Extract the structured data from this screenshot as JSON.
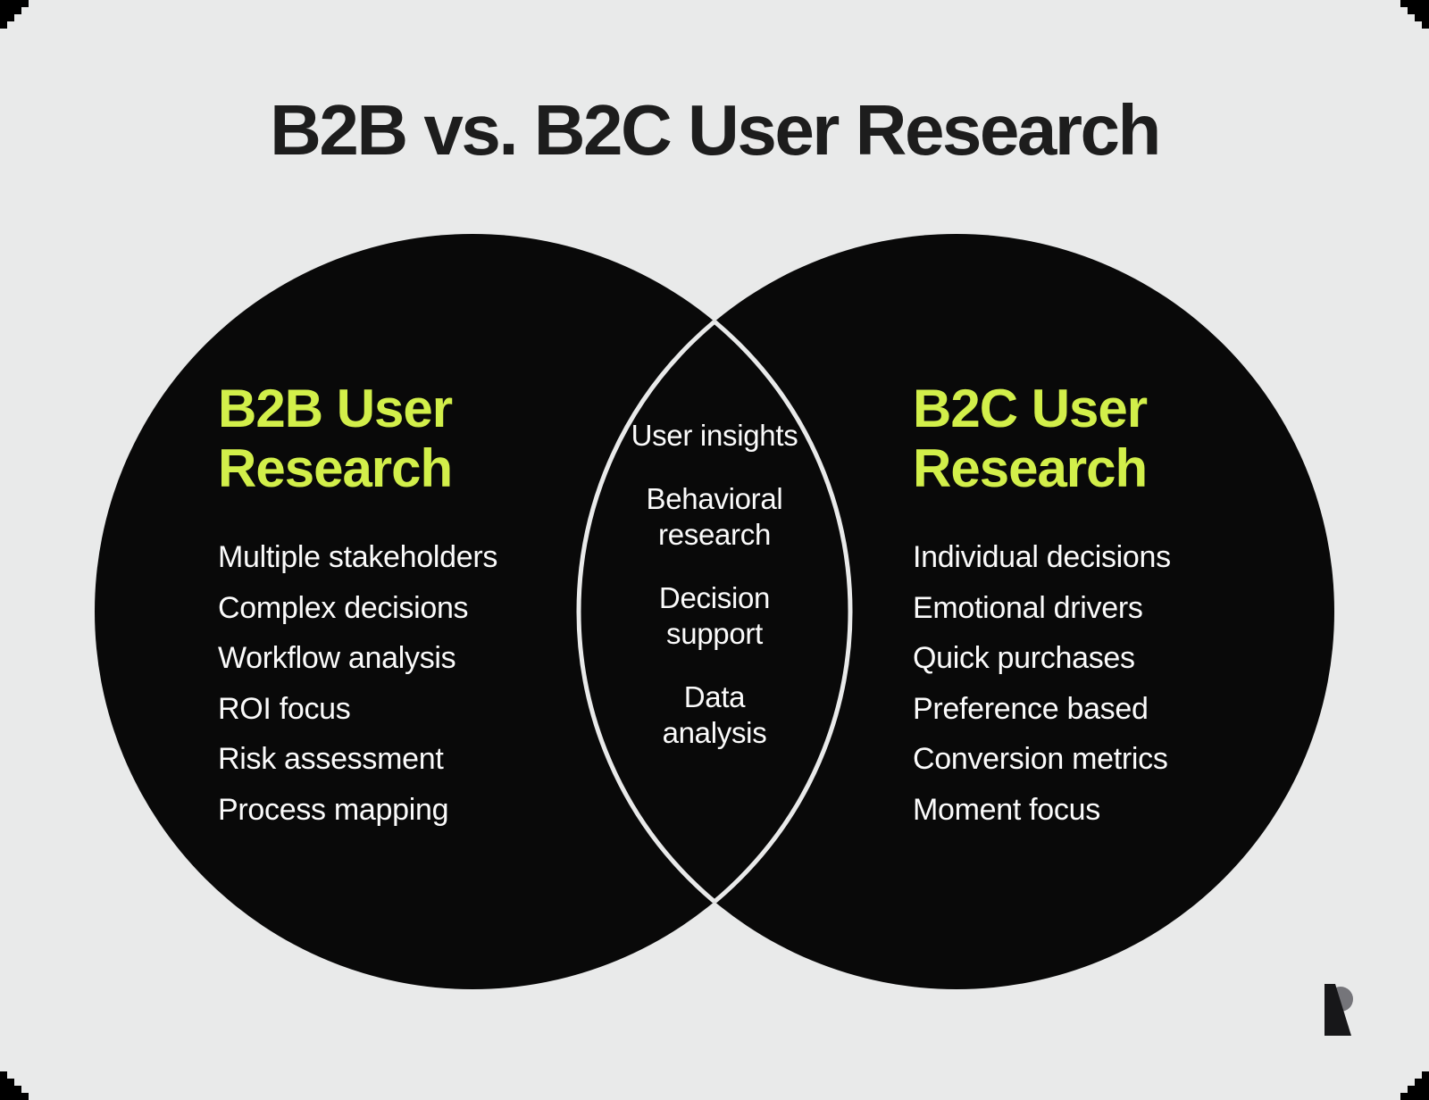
{
  "title": "B2B vs. B2C User Research",
  "venn": {
    "left_circle": {
      "heading": "B2B User Research",
      "items": [
        "Multiple stakeholders",
        "Complex decisions",
        "Workflow analysis",
        "ROI focus",
        "Risk assessment",
        "Process mapping"
      ]
    },
    "overlap": {
      "items": [
        "User insights",
        "Behavioral research",
        "Decision support",
        "Data analysis"
      ]
    },
    "right_circle": {
      "heading": "B2C User Research",
      "items": [
        "Individual decisions",
        "Emotional drivers",
        "Quick purchases",
        "Preference based",
        "Conversion metrics",
        "Moment focus"
      ]
    }
  },
  "colors": {
    "background": "#e9eaea",
    "outer_corner": "#000000",
    "circle_fill": "#090909",
    "overlap_outline": "#e9eaea",
    "accent_lime": "#d2ef4a",
    "body_text": "#fbfbfb",
    "title_text": "#1d1d1d",
    "logo_gray": "#75757a",
    "logo_black": "#171719"
  }
}
